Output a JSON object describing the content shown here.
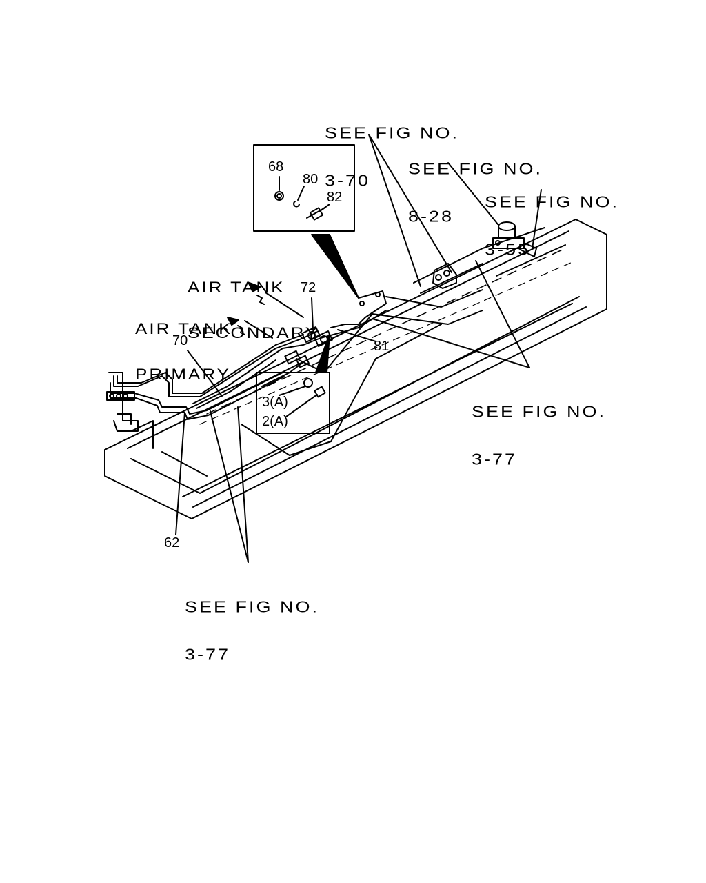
{
  "references": {
    "fig_3_70": {
      "line1": "SEE FIG NO.",
      "line2": "3-70"
    },
    "fig_8_28": {
      "line1": "SEE FIG NO.",
      "line2": "8-28"
    },
    "fig_3_55": {
      "line1": "SEE FIG NO.",
      "line2": "3-55"
    },
    "fig_3_77_right": {
      "line1": "SEE FIG NO.",
      "line2": "3-77"
    },
    "fig_3_77_bottom": {
      "line1": "SEE FIG NO.",
      "line2": "3-77"
    }
  },
  "tanks": {
    "secondary": {
      "line1": "AIR TANK",
      "line2": "SECONDARY"
    },
    "primary": {
      "line1": "AIR TANK",
      "line2": "PRIMARY"
    }
  },
  "callouts": {
    "p68": "68",
    "p80": "80",
    "p82": "82",
    "p72": "72",
    "p70": "70",
    "p81": "81",
    "p62": "62",
    "p3a": "3(A)",
    "p2a": "2(A)"
  }
}
